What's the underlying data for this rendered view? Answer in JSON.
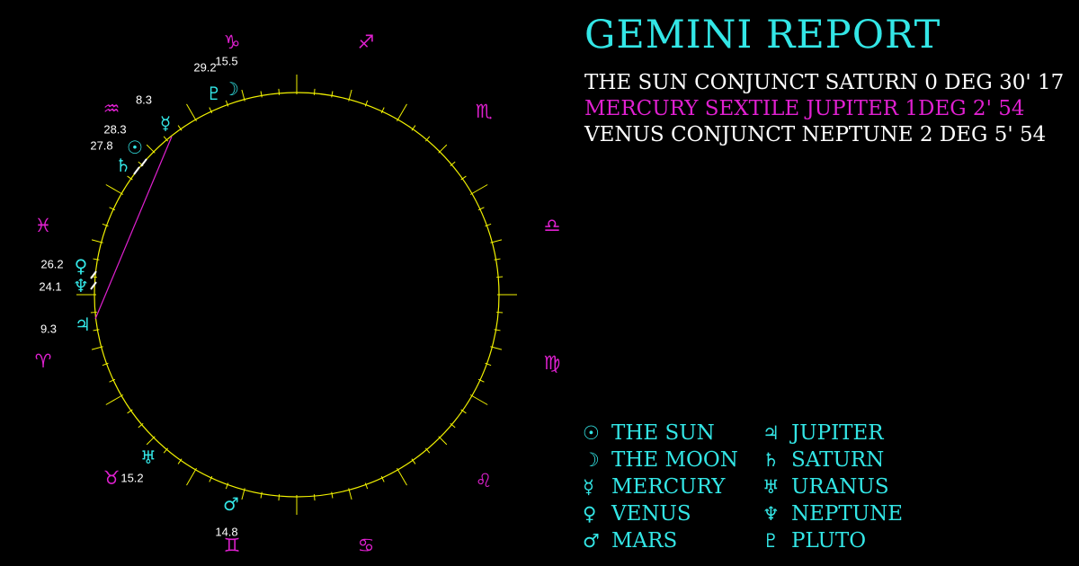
{
  "report": {
    "title": "GEMINI REPORT",
    "aspects": [
      {
        "text": "THE SUN CONJUNCT SATURN 0 DEG 30' 17",
        "color": "#ffffff"
      },
      {
        "text": "MERCURY SEXTILE JUPITER 1DEG 2' 54",
        "color": "#e020d0"
      },
      {
        "text": "VENUS CONJUNCT NEPTUNE 2 DEG 5' 54",
        "color": "#ffffff"
      }
    ]
  },
  "colors": {
    "background": "#000000",
    "wheel": "#f2f200",
    "planet": "#33e6e6",
    "sign": "#e020d0",
    "aspect_line": "#e020d0",
    "degree_text": "#ffffff"
  },
  "zodiac": [
    {
      "sign": "Capricorn",
      "glyph": "♑"
    },
    {
      "sign": "Sagittarius",
      "glyph": "♐"
    },
    {
      "sign": "Scorpio",
      "glyph": "♏"
    },
    {
      "sign": "Libra",
      "glyph": "♎"
    },
    {
      "sign": "Virgo",
      "glyph": "♍"
    },
    {
      "sign": "Leo",
      "glyph": "♌"
    },
    {
      "sign": "Cancer",
      "glyph": "♋"
    },
    {
      "sign": "Gemini",
      "glyph": "♊"
    },
    {
      "sign": "Taurus",
      "glyph": "♉"
    },
    {
      "sign": "Aries",
      "glyph": "♈"
    },
    {
      "sign": "Pisces",
      "glyph": "♓"
    },
    {
      "sign": "Aquarius",
      "glyph": "♒"
    }
  ],
  "planets": [
    {
      "name": "pluto",
      "glyph": "♇",
      "sign": "Capricorn",
      "degree_label": "29.2"
    },
    {
      "name": "moon",
      "glyph": "☽",
      "sign": "Capricorn",
      "degree_label": "15.5"
    },
    {
      "name": "mercury",
      "glyph": "☿",
      "sign": "Aquarius",
      "degree_label": "8.3"
    },
    {
      "name": "sun",
      "glyph": "☉",
      "sign": "Aquarius",
      "degree_label": "28.3"
    },
    {
      "name": "saturn",
      "glyph": "♄",
      "sign": "Aquarius",
      "degree_label": "27.8"
    },
    {
      "name": "venus",
      "glyph": "♀",
      "sign": "Pisces",
      "degree_label": "26.2"
    },
    {
      "name": "neptune",
      "glyph": "♆",
      "sign": "Pisces",
      "degree_label": "24.1"
    },
    {
      "name": "jupiter",
      "glyph": "♃",
      "sign": "Aries",
      "degree_label": "9.3"
    },
    {
      "name": "uranus",
      "glyph": "♅",
      "sign": "Taurus",
      "degree_label": ""
    },
    {
      "name": "mars",
      "glyph": "♂",
      "sign": "Gemini",
      "degree_label": "14.8"
    }
  ],
  "free_degree_labels": [
    {
      "near_sign": "Taurus",
      "text": "15.2"
    }
  ],
  "aspect_lines": [
    {
      "from": "mercury",
      "to": "jupiter",
      "type": "sextile"
    }
  ],
  "legend": [
    {
      "glyph": "☉",
      "label": "THE SUN"
    },
    {
      "glyph": "♃",
      "label": "JUPITER"
    },
    {
      "glyph": "☽",
      "label": "THE MOON"
    },
    {
      "glyph": "♄",
      "label": "SATURN"
    },
    {
      "glyph": "☿",
      "label": "MERCURY"
    },
    {
      "glyph": "♅",
      "label": "URANUS"
    },
    {
      "glyph": "♀",
      "label": "VENUS"
    },
    {
      "glyph": "♆",
      "label": "NEPTUNE"
    },
    {
      "glyph": "♂",
      "label": "MARS"
    },
    {
      "glyph": "♇",
      "label": "PLUTO"
    }
  ]
}
